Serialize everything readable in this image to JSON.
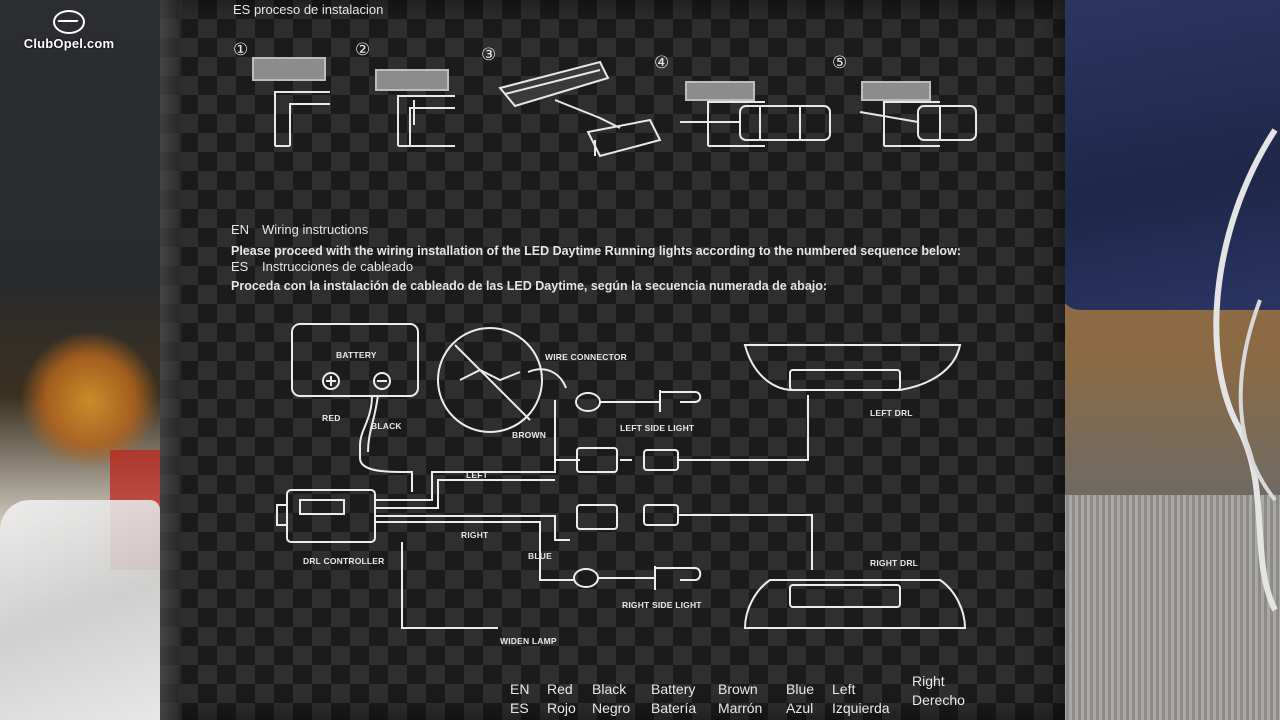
{
  "watermark": {
    "text": "ClubOpel.com"
  },
  "header_es": "ES  proceso de instalacion",
  "steps": [
    "①",
    "②",
    "③",
    "④",
    "⑤"
  ],
  "wiring": {
    "en_tag": "EN",
    "en_title": "Wiring instructions",
    "en_text": "Please proceed with the wiring installation of the LED Daytime Running lights according to the numbered sequence below:",
    "es_tag": "ES",
    "es_title": "Instrucciones de cableado",
    "es_text": "Proceda con la instalación de cableado de las LED Daytime, según la secuencia numerada de abajo:"
  },
  "diagram": {
    "battery": "BATTERY",
    "red": "RED",
    "black": "BLACK",
    "wire_connector": "WIRE CONNECTOR",
    "brown": "BROWN",
    "left_side_light": "LEFT SIDE LIGHT",
    "left_drl": "LEFT DRL",
    "left": "LEFT",
    "right": "RIGHT",
    "blue": "BLUE",
    "drl_controller": "DRL CONTROLLER",
    "right_drl": "RIGHT DRL",
    "right_side_light": "RIGHT SIDE LIGHT",
    "widen_lamp": "WIDEN LAMP"
  },
  "legend": [
    {
      "en": "EN",
      "es": "ES"
    },
    {
      "en": "Red",
      "es": "Rojo"
    },
    {
      "en": "Black",
      "es": "Negro"
    },
    {
      "en": "Battery",
      "es": "Batería"
    },
    {
      "en": "Brown",
      "es": "Marrón"
    },
    {
      "en": "Blue",
      "es": "Azul"
    },
    {
      "en": "Left",
      "es": "Izquierda"
    },
    {
      "en": "Right",
      "es": "Derecho"
    }
  ]
}
